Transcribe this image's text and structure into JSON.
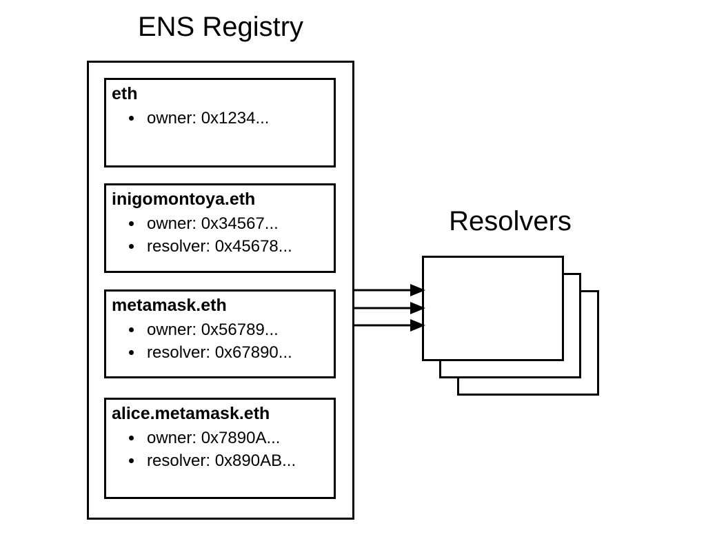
{
  "diagram": {
    "registry": {
      "title": "ENS Registry",
      "records": [
        {
          "name": "eth",
          "properties": [
            "owner: 0x1234..."
          ]
        },
        {
          "name": "inigomontoya.eth",
          "properties": [
            "owner: 0x34567...",
            "resolver: 0x45678..."
          ]
        },
        {
          "name": "metamask.eth",
          "properties": [
            "owner: 0x56789...",
            "resolver: 0x67890..."
          ]
        },
        {
          "name": "alice.metamask.eth",
          "properties": [
            "owner: 0x7890A...",
            "resolver: 0x890AB..."
          ]
        }
      ]
    },
    "resolvers": {
      "title": "Resolvers",
      "stack_count": 3
    },
    "arrow_count": 3,
    "colors": {
      "line": "#000000",
      "background": "#ffffff"
    }
  }
}
